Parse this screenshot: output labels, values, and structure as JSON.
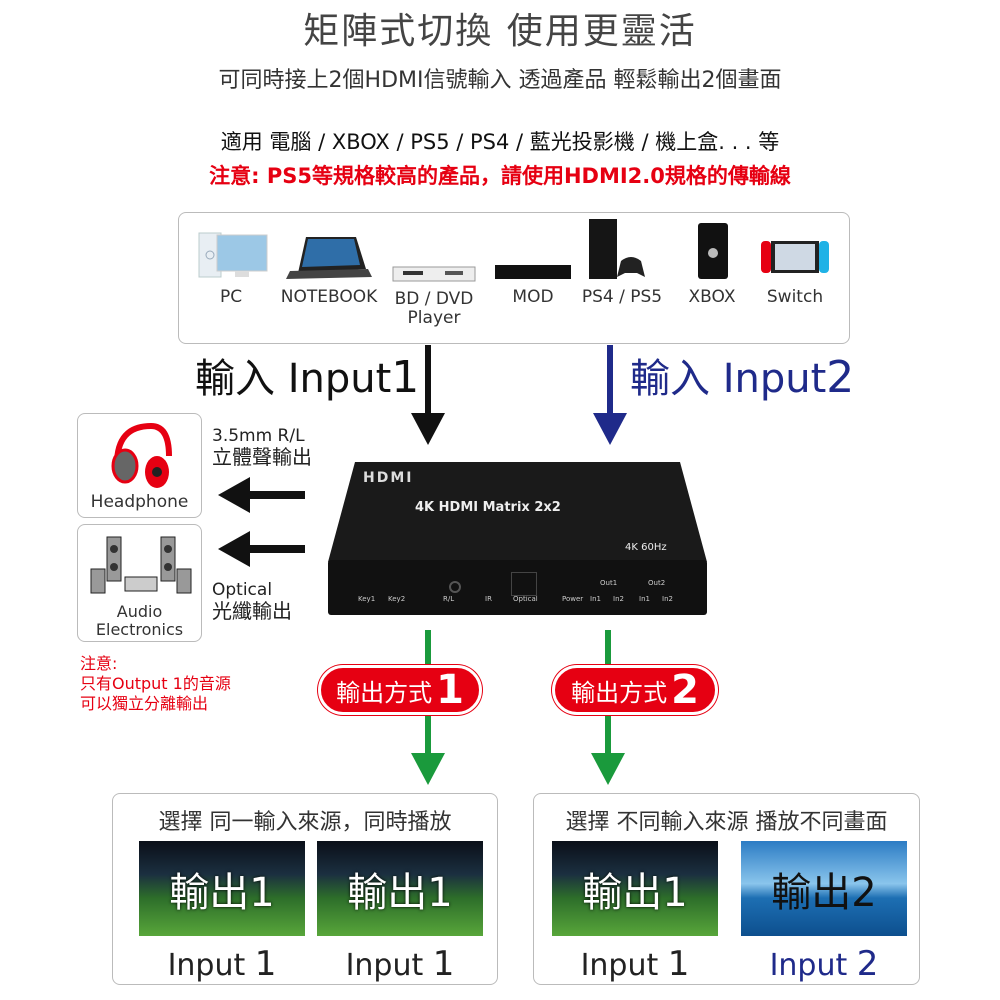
{
  "header": {
    "title": "矩陣式切換  使用更靈活",
    "subtitle": "可同時接上2個HDMI信號輸入  透過產品  輕鬆輸出2個畫面",
    "compatible": "適用 電腦 / XBOX / PS5 / PS4 / 藍光投影機 / 機上盒. . . 等",
    "warning": "注意:  PS5等規格較高的產品，請使用HDMI2.0規格的傳輸線"
  },
  "devices": [
    {
      "label": "PC"
    },
    {
      "label": "NOTEBOOK"
    },
    {
      "label": "BD / DVD",
      "label2": "Player"
    },
    {
      "label": "MOD"
    },
    {
      "label": "PS4 / PS5"
    },
    {
      "label": "XBOX"
    },
    {
      "label": "Switch"
    }
  ],
  "inputs": [
    {
      "label": "輸入 Input",
      "num": "1",
      "color": "#111111"
    },
    {
      "label": "輸入 Input",
      "num": "2",
      "color": "#1f2a8a"
    }
  ],
  "audio": {
    "headphone_label": "Headphone",
    "rl_line1": "3.5mm R/L",
    "rl_line2": "立體聲輸出",
    "audio_label1": "Audio",
    "audio_label2": "Electronics",
    "optical_line1": "Optical",
    "optical_line2": "光纖輸出",
    "note": [
      "注意:",
      "只有Output 1的音源",
      "可以獨立分離輸出"
    ]
  },
  "product": {
    "logo": "HDMI",
    "name": "4K HDMI Matrix 2x2",
    "spec": "4K 60Hz",
    "ports": [
      "Key1",
      "Key2",
      "R/L",
      "IR",
      "Optical",
      "Power",
      "In1",
      "In2",
      "In1",
      "In2"
    ],
    "out_labels": [
      "Out1",
      "Out2"
    ]
  },
  "outputs": [
    {
      "label": "輸出方式",
      "num": "1"
    },
    {
      "label": "輸出方式",
      "num": "2"
    }
  ],
  "scenarios": [
    {
      "title": "選擇 同一輸入來源，同時播放",
      "screens": [
        {
          "text": "輸出1",
          "input": "Input",
          "num": "1"
        },
        {
          "text": "輸出1",
          "input": "Input",
          "num": "1"
        }
      ]
    },
    {
      "title": "選擇 不同輸入來源 播放不同畫面",
      "screens": [
        {
          "text": "輸出1",
          "input": "Input",
          "num": "1"
        },
        {
          "text": "輸出2",
          "input": "Input",
          "num": "2"
        }
      ]
    }
  ],
  "colors": {
    "red": "#e60012",
    "green": "#1a9a3c",
    "navy": "#1f2a8a"
  }
}
